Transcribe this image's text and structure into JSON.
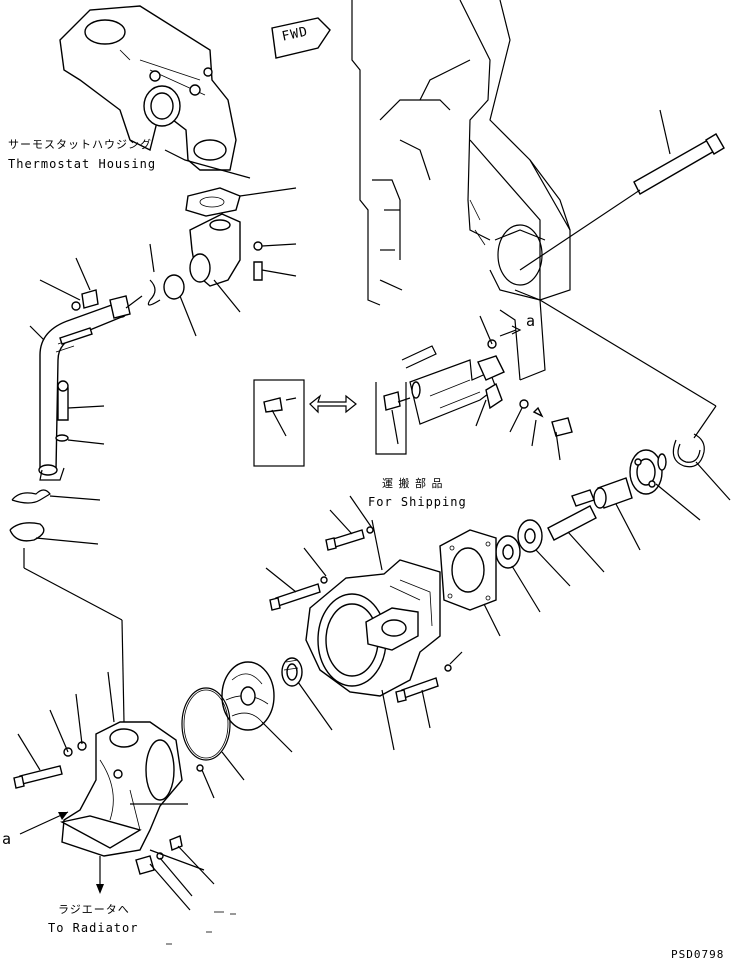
{
  "labels": {
    "thermostat_housing_jp": "サーモスタットハウジング",
    "thermostat_housing_en": "Thermostat Housing",
    "for_shipping_jp": "運 搬 部 品",
    "for_shipping_en": "For Shipping",
    "to_radiator_jp": "ラジエータへ",
    "to_radiator_en": "To Radiator",
    "fwd": "FWD",
    "ref_a_top": "a",
    "ref_a_bottom": "a",
    "drawing_code": "PSD0798"
  },
  "colors": {
    "line": "#000000",
    "background": "#ffffff"
  }
}
